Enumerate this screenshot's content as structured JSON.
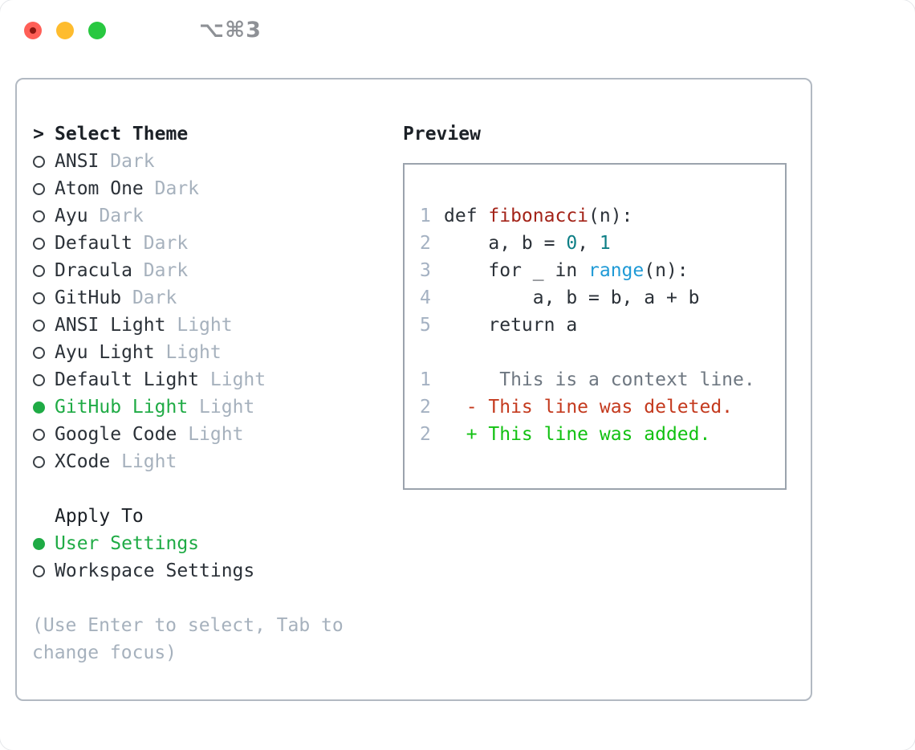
{
  "window": {
    "title": "⌥⌘3",
    "traffic_lights": {
      "close_color": "#ff5f57",
      "close_dirty_dot_color": "#8c1710",
      "minimize_color": "#febc2e",
      "zoom_color": "#28c840"
    }
  },
  "theme_picker": {
    "header": "Select Theme",
    "cursor": ">",
    "items": [
      {
        "label": "ANSI",
        "variant": "Dark",
        "selected": false
      },
      {
        "label": "Atom One",
        "variant": "Dark",
        "selected": false
      },
      {
        "label": "Ayu",
        "variant": "Dark",
        "selected": false
      },
      {
        "label": "Default",
        "variant": "Dark",
        "selected": false
      },
      {
        "label": "Dracula",
        "variant": "Dark",
        "selected": false
      },
      {
        "label": "GitHub",
        "variant": "Dark",
        "selected": false
      },
      {
        "label": "ANSI Light",
        "variant": "Light",
        "selected": false
      },
      {
        "label": "Ayu Light",
        "variant": "Light",
        "selected": false
      },
      {
        "label": "Default Light",
        "variant": "Light",
        "selected": false
      },
      {
        "label": "GitHub Light",
        "variant": "Light",
        "selected": true
      },
      {
        "label": "Google Code",
        "variant": "Light",
        "selected": false
      },
      {
        "label": "XCode",
        "variant": "Light",
        "selected": false
      }
    ]
  },
  "apply_to": {
    "header": "Apply To",
    "options": [
      {
        "label": "User Settings",
        "selected": true
      },
      {
        "label": "Workspace Settings",
        "selected": false
      }
    ]
  },
  "help_text_lines": [
    "(Use Enter to select, Tab to",
    "change focus)"
  ],
  "preview": {
    "header": "Preview",
    "lines": [
      {
        "num": "1",
        "tokens": [
          {
            "t": "def ",
            "c": "plain"
          },
          {
            "t": "fibonacci",
            "c": "func"
          },
          {
            "t": "(n):",
            "c": "plain"
          }
        ]
      },
      {
        "num": "2",
        "tokens": [
          {
            "t": "    a, b = ",
            "c": "plain"
          },
          {
            "t": "0",
            "c": "num"
          },
          {
            "t": ", ",
            "c": "plain"
          },
          {
            "t": "1",
            "c": "num"
          }
        ]
      },
      {
        "num": "3",
        "tokens": [
          {
            "t": "    for _ in ",
            "c": "plain"
          },
          {
            "t": "range",
            "c": "builtin"
          },
          {
            "t": "(n):",
            "c": "plain"
          }
        ]
      },
      {
        "num": "4",
        "tokens": [
          {
            "t": "        a, b = b, a + b",
            "c": "plain"
          }
        ]
      },
      {
        "num": "5",
        "tokens": [
          {
            "t": "    return a",
            "c": "plain"
          }
        ]
      },
      {
        "num": "",
        "tokens": []
      },
      {
        "num": "1",
        "tokens": [
          {
            "t": "     This is a context line.",
            "c": "context"
          }
        ]
      },
      {
        "num": "2",
        "tokens": [
          {
            "t": "  - This line was deleted.",
            "c": "del"
          }
        ]
      },
      {
        "num": "2",
        "tokens": [
          {
            "t": "  + This line was added.",
            "c": "add"
          }
        ]
      }
    ]
  },
  "colors": {
    "text_primary": "#2b3138",
    "text_muted": "#a6b1bd",
    "selection_green": "#1fab45",
    "diff_added_green": "#12c112",
    "diff_deleted_red": "#c43a1e",
    "function_red": "#a32318",
    "number_teal": "#0e7f86",
    "builtin_blue": "#1f9ad6",
    "line_number_gray": "#a4b1c2",
    "context_gray": "#6e7781",
    "panel_border": "#b2b9c2",
    "preview_border": "#9ba3ad",
    "title_gray": "#8e9196"
  }
}
